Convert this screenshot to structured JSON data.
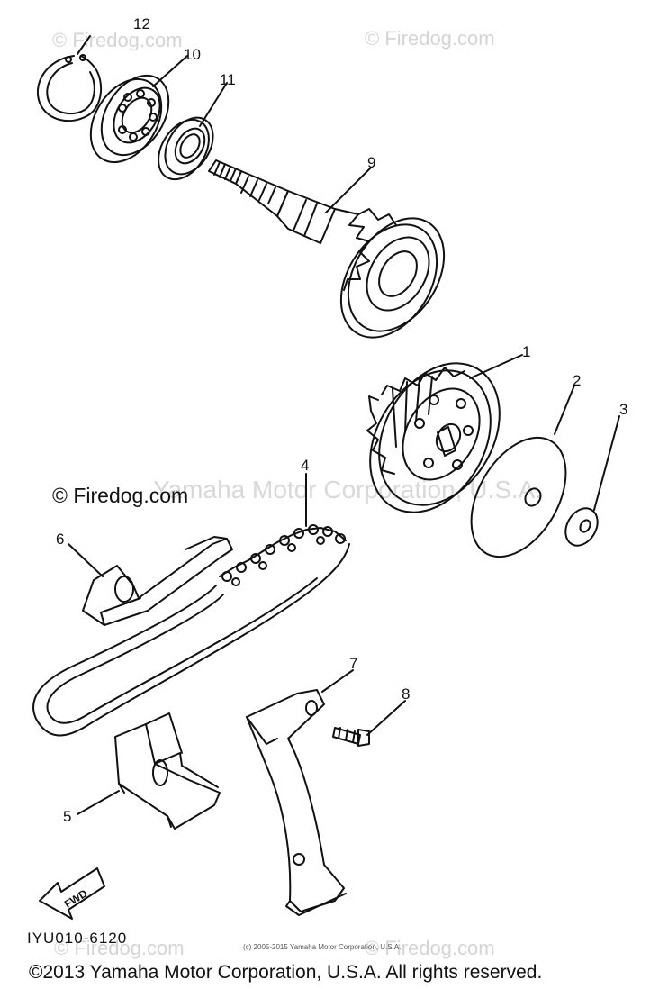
{
  "watermarks": {
    "firedog": "© Firedog.com",
    "center": "Yamaha Motor Corporation, U.S.A."
  },
  "labels": {
    "firedog_dark": "© Firedog.com",
    "diagram_code": "IYU010-6120",
    "tiny_copyright": "(c) 2005-2015 Yamaha Motor Corporation, U.S.A.",
    "copyright": "©2013 Yamaha Motor Corporation, U.S.A. All rights reserved.",
    "fwd": "FWD"
  },
  "callouts": [
    "1",
    "2",
    "3",
    "4",
    "5",
    "6",
    "7",
    "8",
    "9",
    "10",
    "11",
    "12"
  ]
}
